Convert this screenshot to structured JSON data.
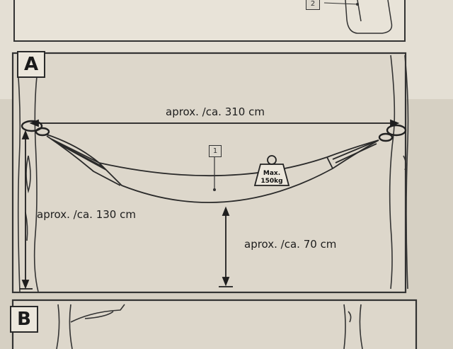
{
  "sections": {
    "a_label": "A",
    "b_label": "B"
  },
  "references": {
    "top_ref": "2",
    "hammock_ref": "1"
  },
  "dimensions": {
    "width": "aprox. /ca. 310 cm",
    "anchor_height": "aprox. /ca. 130 cm",
    "ground_clearance": "aprox. /ca. 70 cm"
  },
  "weight_tag": {
    "line1": "Max.",
    "line2": "150kg"
  }
}
